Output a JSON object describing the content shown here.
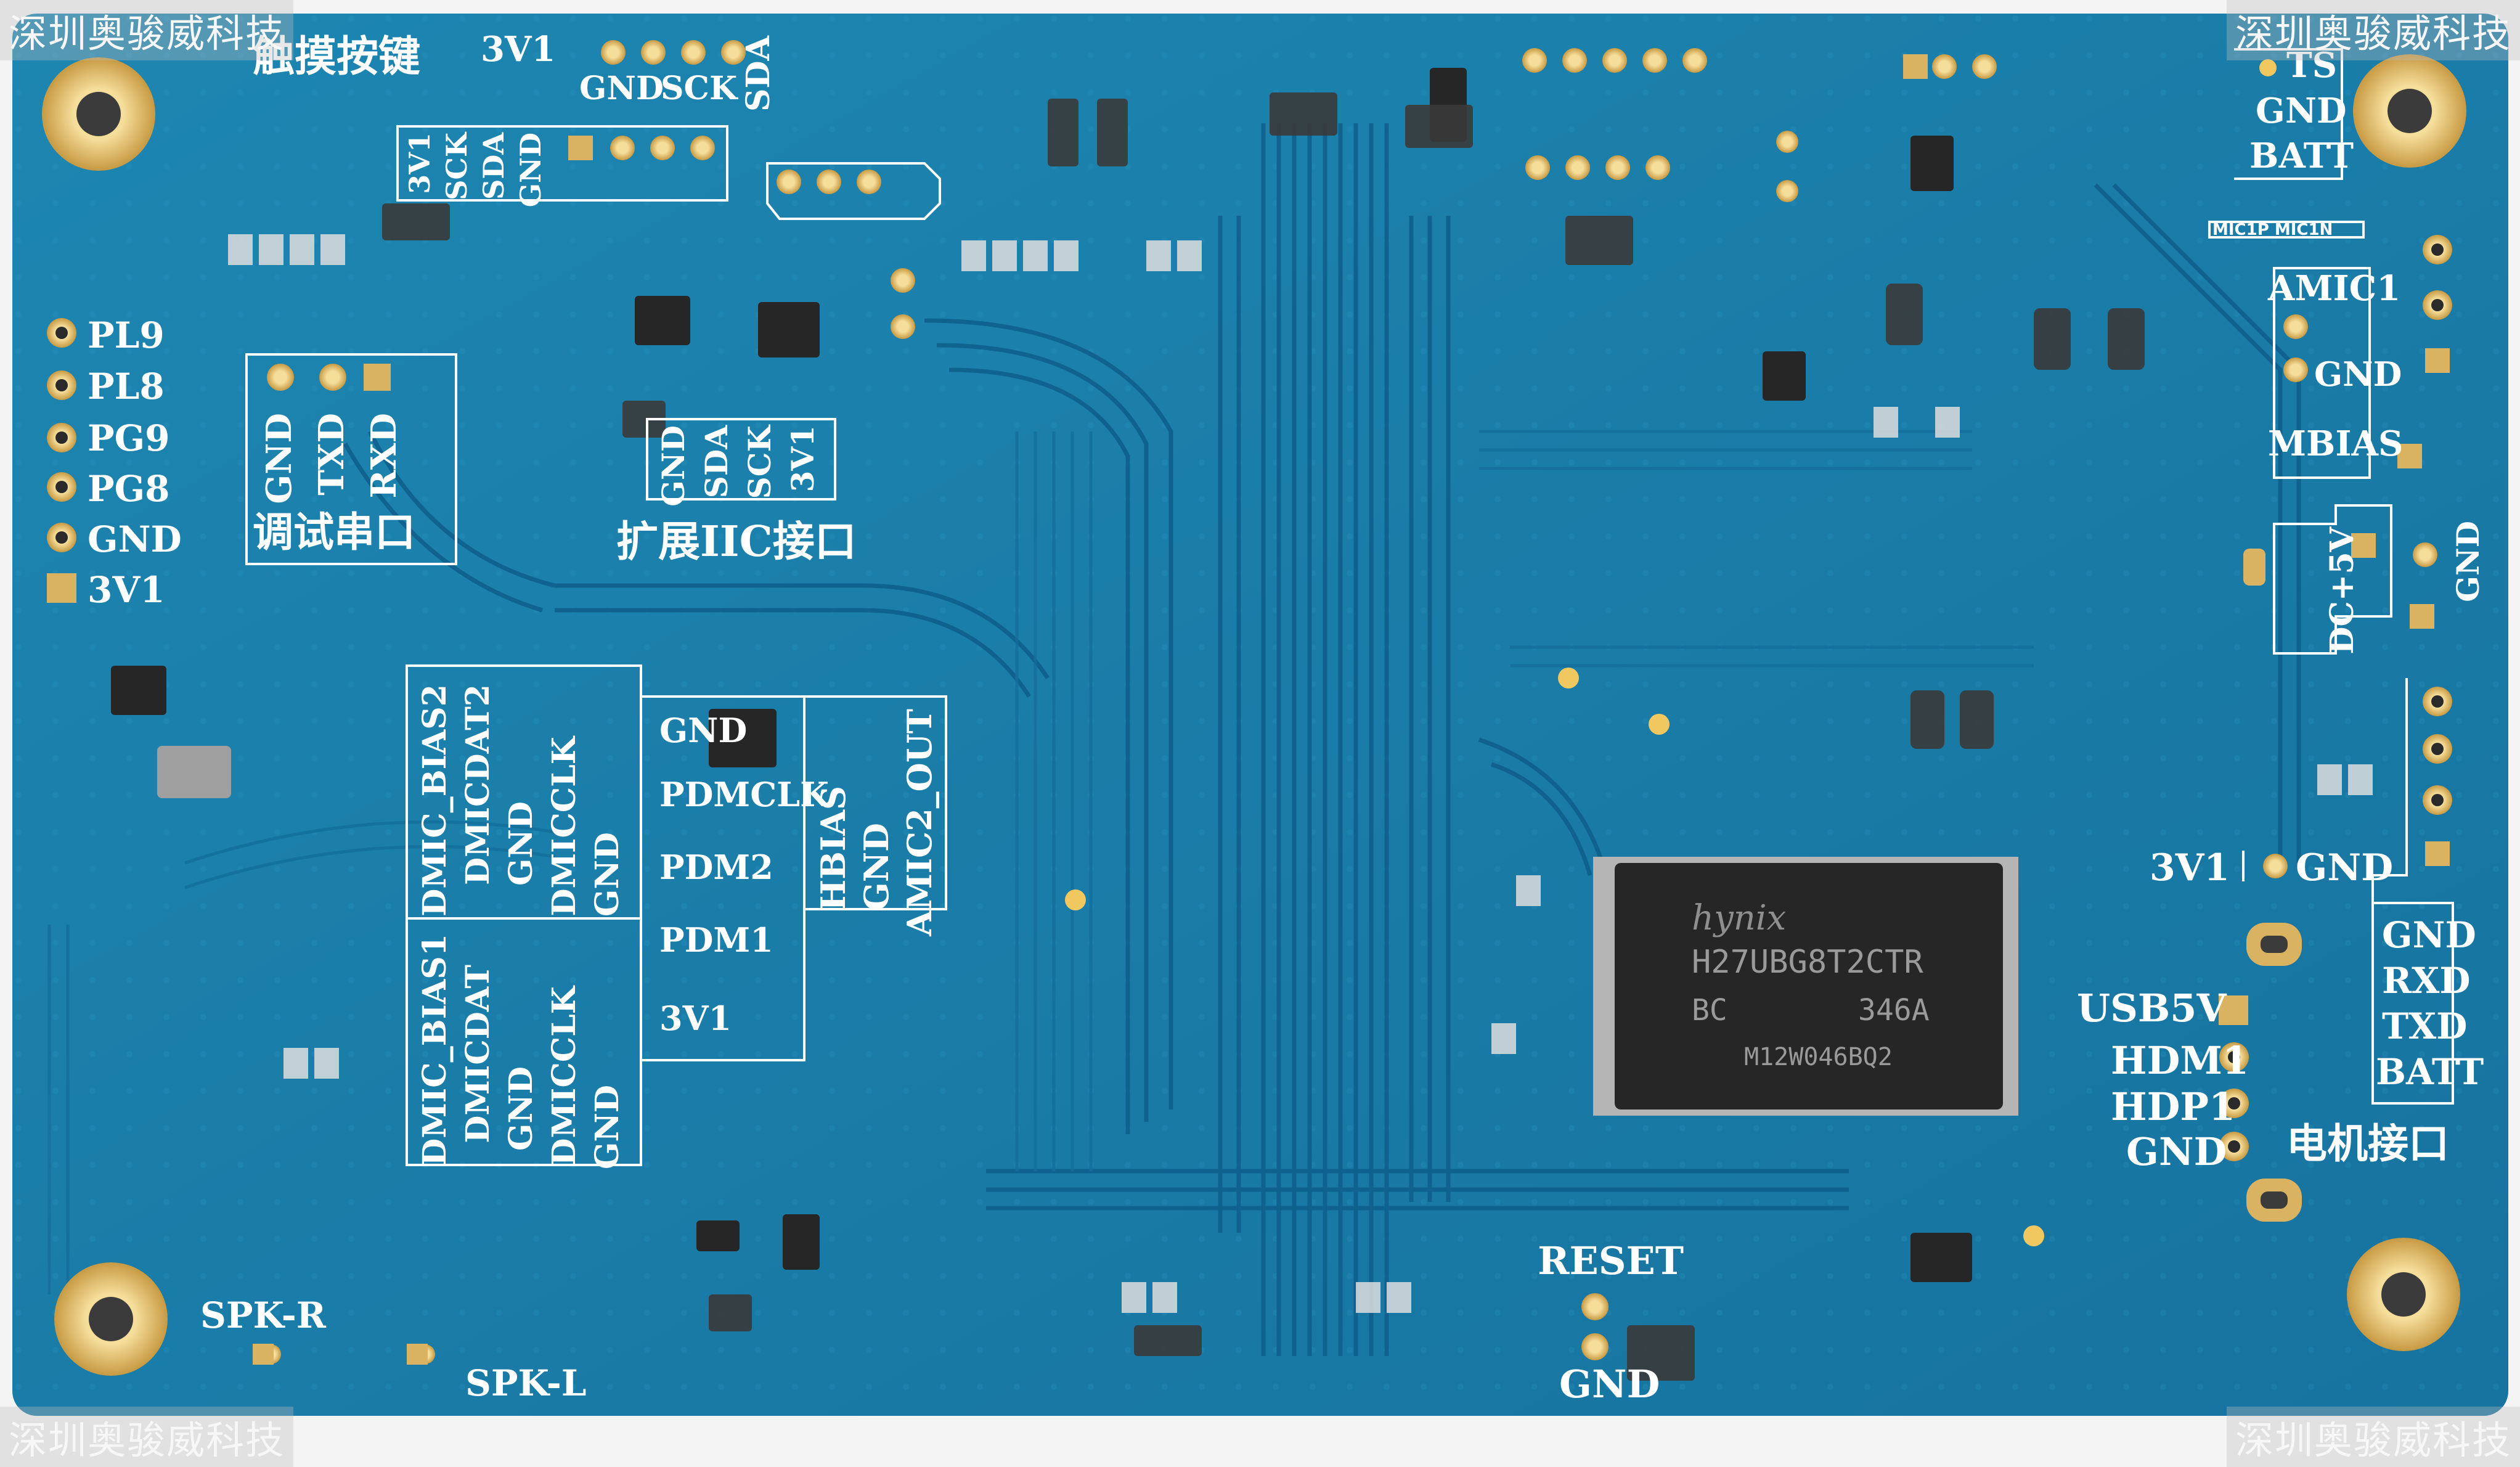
{
  "watermark": "深圳奥骏威科技",
  "colors": {
    "board": "#1c7fa9",
    "board_dark": "#146a93",
    "trace": "#0f5a86",
    "silkscreen": "#ffffff",
    "gold": "#d9b262",
    "chip": "#2b2b2b"
  },
  "labels": {
    "touch_keys": "触摸按键",
    "top_3v1": "3V1",
    "top_gnd": "GND",
    "top_sck": "SCK",
    "top_sda": "SDA",
    "i2c_top": [
      "3V1",
      "SCK",
      "SDA",
      "GND"
    ],
    "left_pins": [
      "PL9",
      "PL8",
      "PG9",
      "PG8",
      "GND",
      "3V1"
    ],
    "debug_serial": "调试串口",
    "debug_pins": [
      "GND",
      "TXD",
      "RXD"
    ],
    "iic_pins": [
      "GND",
      "SDA",
      "SCK",
      "3V1"
    ],
    "iic_ext": "扩展IIC接口",
    "dmic2": [
      "DMIC_BIAS2",
      "DMICDAT2",
      "GND",
      "DMICCLK",
      "GND"
    ],
    "dmic1": [
      "DMIC_BIAS1",
      "DMICDAT",
      "GND",
      "DMICCLK",
      "GND"
    ],
    "pdm": [
      "GND",
      "PDMCLK",
      "PDM2",
      "PDM1",
      "3V1"
    ],
    "amic2": [
      "HBIAS",
      "GND",
      "AMIC2_OUT"
    ],
    "spk_r": "SPK-R",
    "spk_l": "SPK-L",
    "reset": "RESET",
    "bottom_gnd": "GND",
    "right_top": [
      "TS",
      "GND",
      "BATT"
    ],
    "mic_pins": "MIC1P  MIC1N",
    "amic1": "AMIC1",
    "amic1_gnd": "GND",
    "mbias": "MBIAS",
    "dc5v": "DC+5V",
    "right_gnd": "GND",
    "right_3v1": "3V1",
    "right_gnd2": "GND",
    "usb": [
      "USB5V",
      "HDM1",
      "HDP1",
      "GND"
    ],
    "motor": "电机接口",
    "uart_right": [
      "GND",
      "RXD",
      "TXD",
      "BATT"
    ]
  },
  "chip": {
    "brand": "hynix",
    "part": "H27UBG8T2CTR",
    "code1": "BC",
    "code2": "346A",
    "lot": "M12W046BQ2"
  }
}
